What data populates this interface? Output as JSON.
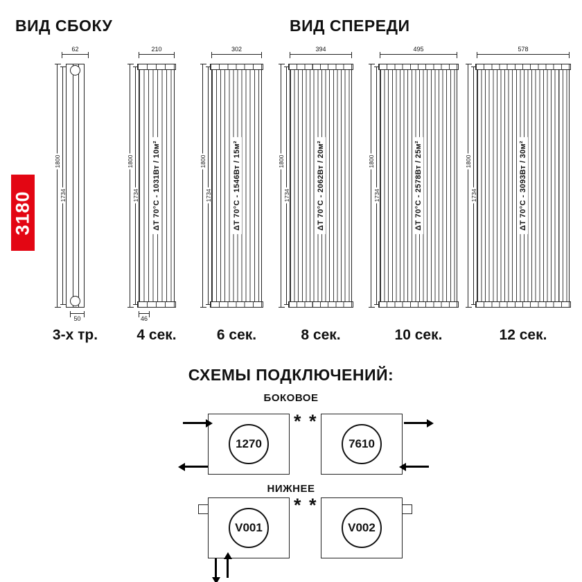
{
  "headers": {
    "side_view": "ВИД СБОКУ",
    "front_view": "ВИД СПЕРЕДИ"
  },
  "model_badge": "3180",
  "colors": {
    "badge_bg": "#e30613"
  },
  "radiators": [
    {
      "label": "3-х тр.",
      "width_dim": "62",
      "height_outer": "1800",
      "height_inner": "1734",
      "bottom_dim": "50",
      "sections": 0,
      "power": ""
    },
    {
      "label": "4 сек.",
      "width_dim": "210",
      "height_outer": "1800",
      "height_inner": "1734",
      "bottom_dim": "46",
      "sections": 4,
      "power": "ΔT 70°C - 1031Вт / 10м²"
    },
    {
      "label": "6 сек.",
      "width_dim": "302",
      "height_outer": "1800",
      "height_inner": "1734",
      "bottom_dim": "",
      "sections": 6,
      "power": "ΔT 70°C - 1546Вт / 15м²"
    },
    {
      "label": "8 сек.",
      "width_dim": "394",
      "height_outer": "1800",
      "height_inner": "1734",
      "bottom_dim": "",
      "sections": 8,
      "power": "ΔT 70°C - 2062Вт / 20м²"
    },
    {
      "label": "10 сек.",
      "width_dim": "495",
      "height_outer": "1800",
      "height_inner": "1734",
      "bottom_dim": "",
      "sections": 10,
      "power": "ΔT 70°C - 2578Вт / 25м²"
    },
    {
      "label": "12 сек.",
      "width_dim": "578",
      "height_outer": "1800",
      "height_inner": "1734",
      "bottom_dim": "",
      "sections": 12,
      "power": "ΔT 70°C - 3093Вт / 30м²"
    }
  ],
  "schemes": {
    "title": "СХЕМЫ ПОДКЛЮЧЕНИЙ:",
    "side_label": "БОКОВОЕ",
    "bottom_label": "НИЖНЕЕ",
    "asterisk": "*",
    "side_items": [
      {
        "code": "1270"
      },
      {
        "code": "7610"
      }
    ],
    "bottom_items": [
      {
        "code": "V001"
      },
      {
        "code": "V002"
      }
    ]
  }
}
